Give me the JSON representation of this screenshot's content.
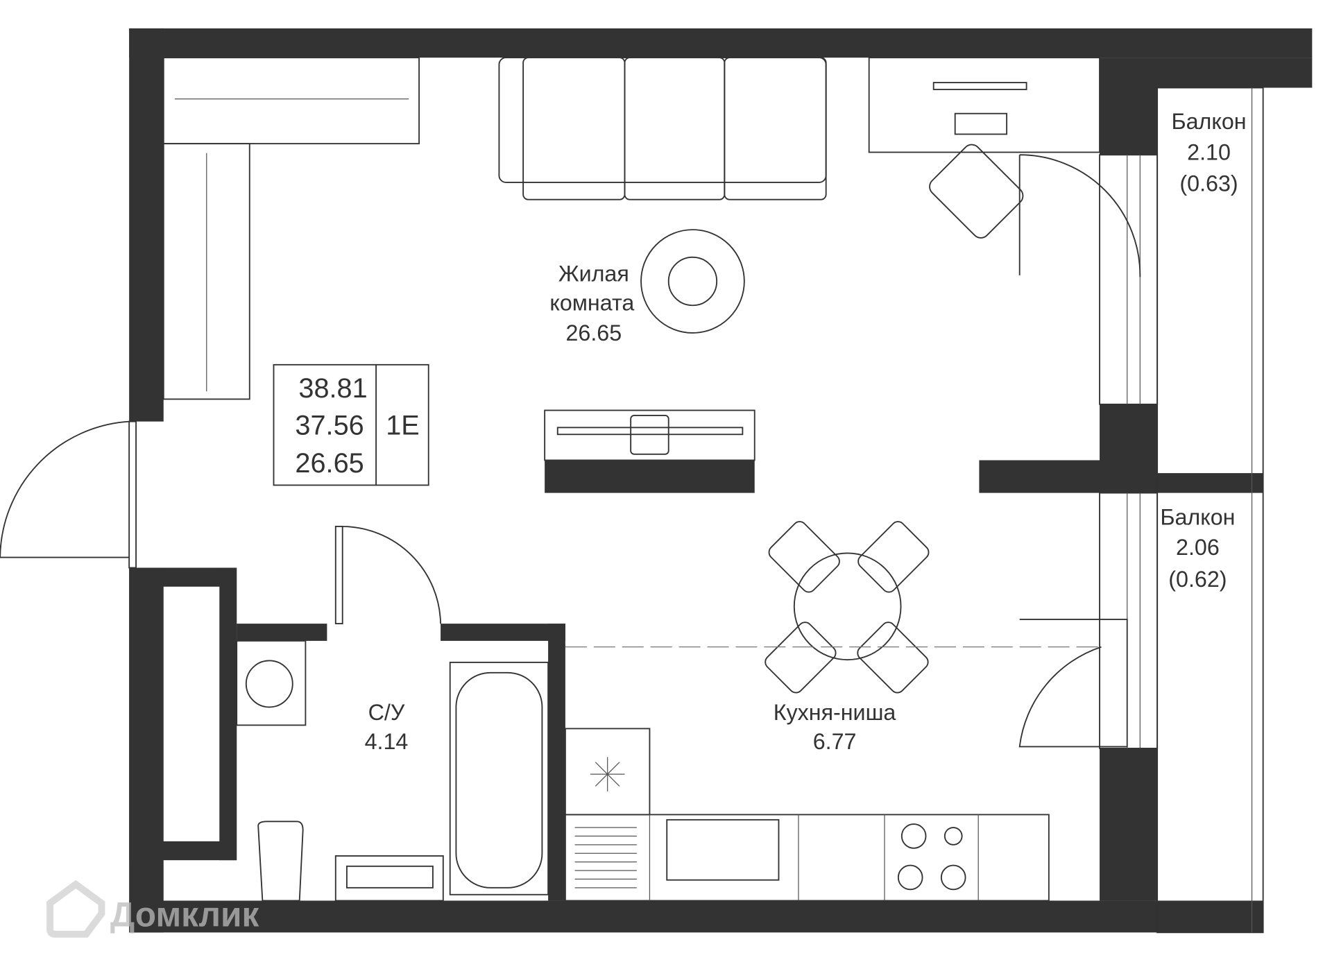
{
  "plan": {
    "rooms": [
      {
        "name": "Жилая",
        "name2": "комната",
        "area": "26.65"
      },
      {
        "name": "Кухня-ниша",
        "area": "6.77"
      },
      {
        "name": "С/У",
        "area": "4.14"
      },
      {
        "name": "Балкон",
        "area": "2.10",
        "reduced": "(0.63)"
      },
      {
        "name": "Балкон",
        "area": "2.06",
        "reduced": "(0.62)"
      }
    ],
    "summary": {
      "total": "38.81",
      "without_balcony": "37.56",
      "living": "26.65",
      "type": "1Е"
    }
  },
  "watermark": "Домклик",
  "colors": {
    "wall": "#333333"
  }
}
